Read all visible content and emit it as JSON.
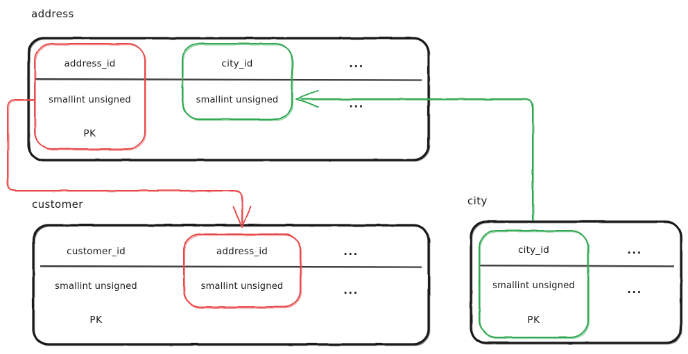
{
  "diagram": {
    "type": "entity-relationship-diagram",
    "style": "hand-drawn",
    "colors": {
      "entity_outline": "#1a1a1a",
      "primary_key_highlight": "#e8484a",
      "foreign_key_highlight": "#32a852",
      "divider": "#3a3a3a",
      "background": "#ffffff"
    },
    "tables": [
      {
        "id": "address",
        "title": "address",
        "columns": [
          {
            "name": "address_id",
            "type": "smallint unsigned",
            "key": "PK",
            "highlight": "#e8484a"
          },
          {
            "name": "city_id",
            "type": "smallint unsigned",
            "key": "",
            "highlight": "#32a852"
          },
          {
            "name": "...",
            "type": "...",
            "key": "",
            "highlight": ""
          }
        ]
      },
      {
        "id": "customer",
        "title": "customer",
        "columns": [
          {
            "name": "customer_id",
            "type": "smallint unsigned",
            "key": "PK",
            "highlight": ""
          },
          {
            "name": "address_id",
            "type": "smallint unsigned",
            "key": "",
            "highlight": "#e8484a"
          },
          {
            "name": "...",
            "type": "...",
            "key": "",
            "highlight": ""
          }
        ]
      },
      {
        "id": "city",
        "title": "city",
        "columns": [
          {
            "name": "city_id",
            "type": "smallint unsigned",
            "key": "PK",
            "highlight": "#32a852"
          },
          {
            "name": "...",
            "type": "...",
            "key": "",
            "highlight": ""
          }
        ]
      }
    ],
    "relationships": [
      {
        "id": "address-to-customer",
        "from": "address.address_id",
        "to": "customer.address_id",
        "color": "#e8484a"
      },
      {
        "id": "city-to-address",
        "from": "city.city_id",
        "to": "address.city_id",
        "color": "#32a852"
      }
    ]
  }
}
